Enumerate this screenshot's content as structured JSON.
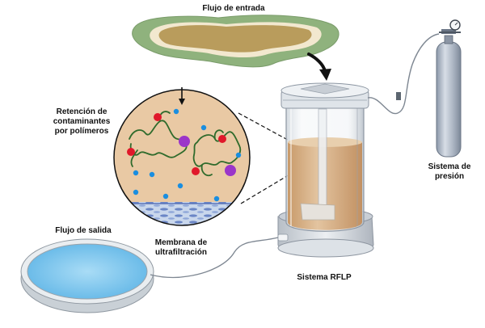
{
  "labels": {
    "inflow": "Flujo de entrada",
    "retention_line1": "Retención de",
    "retention_line2": "contaminantes",
    "retention_line3": "por polímeros",
    "pressure_line1": "Sistema de",
    "pressure_line2": "presión",
    "outflow": "Flujo de salida",
    "membrane_line1": "Membrana de",
    "membrane_line2": "ultrafiltración",
    "system": "Sistema RFLP"
  },
  "legend_colors": {
    "contaminant_red": "#e0182a",
    "contaminant_purple": "#9b35c9",
    "ion_blue": "#1a8ee0",
    "polymer_green": "#2f6b2c",
    "solution_tan": "#dcb78f",
    "outflow_water": "#79c6ef"
  },
  "icons": [
    "down-arrow-icon",
    "curved-arrow-icon",
    "gas-cylinder-icon",
    "pressure-gauge-icon"
  ]
}
